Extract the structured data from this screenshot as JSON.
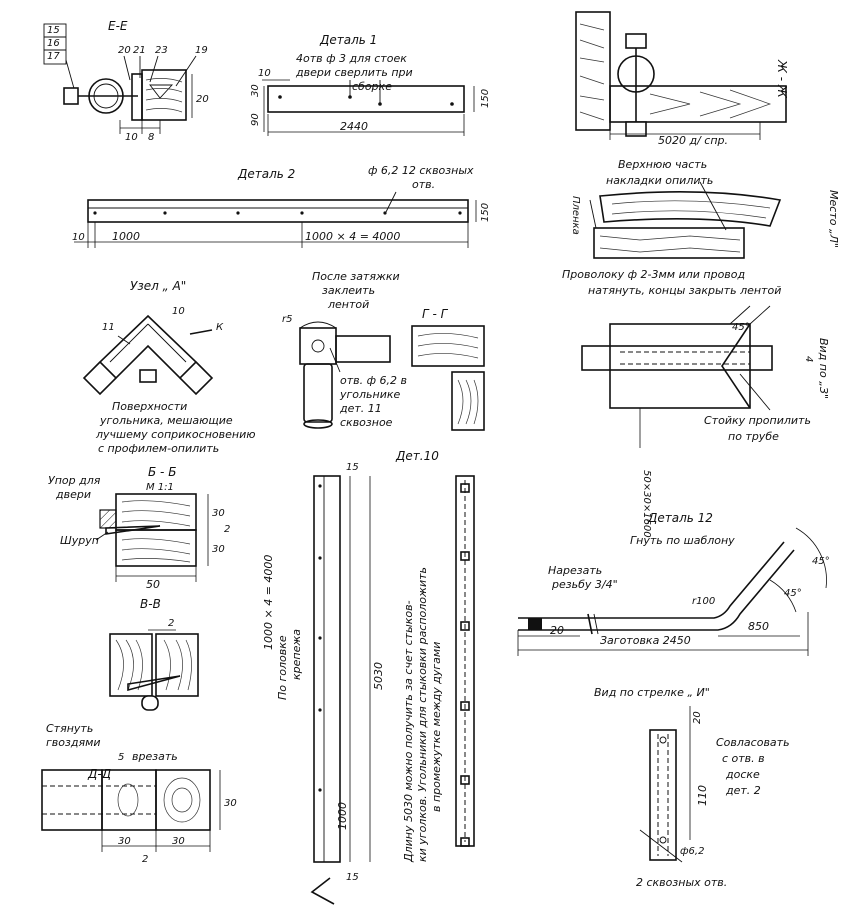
{
  "labels": {
    "ee_title": "Е-Е",
    "ee_n15": "15",
    "ee_n16": "16",
    "ee_n17": "17",
    "ee_n20": "20",
    "ee_n21": "21",
    "ee_n23": "23",
    "ee_n19": "19",
    "ee_d20": "20",
    "ee_d10": "10",
    "ee_d8": "8",
    "d1_title": "Деталь 1",
    "d1_note1": "4отв ф 3 для стоек",
    "d1_note2": "двери сверлить при",
    "d1_note3": "сборке",
    "d1_d10": "10",
    "d1_d30": "30",
    "d1_d90": "90",
    "d1_d2440": "2440",
    "d1_d150": "150",
    "d2_title": "Деталь 2",
    "d2_note1": "ф 6,2  12 сквозных",
    "d2_note2": "отв.",
    "d2_d10": "10",
    "d2_d1000": "1000",
    "d2_d4000": "1000 × 4 = 4000",
    "d2_d150": "150",
    "zh_title": "Ж - Ж",
    "zh_dim": "5020 д/ спр.",
    "l_note1": "Верхнюю часть",
    "l_note2": "накладки опилить",
    "l_plenka": "Пленка",
    "l_place": "Место „Л\"",
    "l_note3": "Проволоку ф 2-3мм или провод",
    "l_note4": "натянуть, концы закрыть лентой",
    "a_title": "Узел „ А\"",
    "a_n10": "10",
    "a_n11": "11",
    "a_k": "К",
    "a_note1": "Поверхности",
    "a_note2": "угольника, мешающие",
    "a_note3": "лучшему соприкосновению",
    "a_note4": "с профилем-опилить",
    "k_note1": "После затяжки",
    "k_note2": "заклеить",
    "k_note3": "лентой",
    "k_r5": "r5",
    "k_note4": "отв. ф 6,2 в",
    "k_note5": "угольнике",
    "k_note6": "дет. 11",
    "k_note7": "сквозное",
    "gg_title": "Г - Г",
    "z_45": "45°",
    "z_vid": "Вид по „З\"",
    "z_4": "4",
    "z_dim": "50×30×1600",
    "z_note1": "Стойку пропилить",
    "z_note2": "по трубе",
    "bb_title": "Б - Б",
    "bb_scale": "М 1:1",
    "bb_stop1": "Упор для",
    "bb_stop2": "двери",
    "bb_screw": "Шуруп",
    "bb_d30a": "30",
    "bb_d30b": "30",
    "bb_d2": "2",
    "bb_d50": "50",
    "vv_title": "В-В",
    "vv_d2": "2",
    "dd_note1": "Стянуть",
    "dd_note2": "гвоздями",
    "dd_5": "5",
    "dd_cut": "врезать",
    "dd_title": "Д-Д",
    "dd_d30a": "30",
    "dd_d30b": "30",
    "dd_d30c": "30",
    "dd_d2": "2",
    "d10_title": "Дет.10",
    "d10_d15a": "15",
    "d10_d4000": "1000 × 4 = 4000",
    "d10_d5030": "5030",
    "d10_d1000": "1000",
    "d10_d15b": "15",
    "d10_head1": "По головке",
    "d10_head2": "крепежа",
    "d10_note1": "Длину 5030 можно получить за счет стыков-",
    "d10_note2": "ки уголков. Угольники для стыковки расположить",
    "d10_note3": "в промежутке между дугами",
    "d12_title": "Деталь 12",
    "d12_bend": "Гнуть по шаблону",
    "d12_thread1": "Нарезать",
    "d12_thread2": "резьбу 3/4\"",
    "d12_r100": "r100",
    "d12_45a": "45°",
    "d12_45b": "45°",
    "d12_20": "20",
    "d12_850": "850",
    "d12_blank": "Заготовка 2450",
    "i_title": "Вид по стрелке „ И\"",
    "i_20": "20",
    "i_110": "110",
    "i_note1": "Совласовать",
    "i_note2": "с отв. в",
    "i_note3": "доске",
    "i_note4": "дет. 2",
    "i_hole": "ф6,2",
    "i_note5": "2 сквозных отв."
  }
}
